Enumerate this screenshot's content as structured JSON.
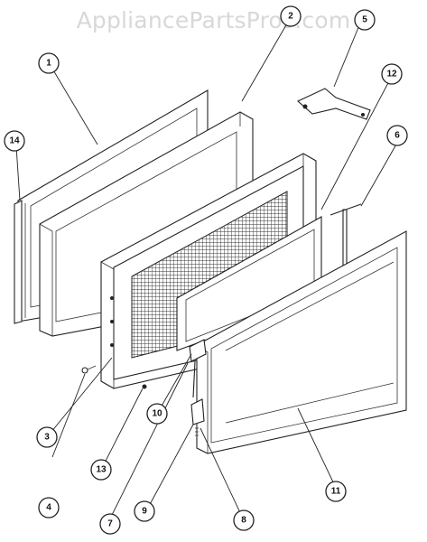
{
  "watermark": "AppliancePartsPros.com",
  "callouts": [
    {
      "id": "c1",
      "label": "1"
    },
    {
      "id": "c2",
      "label": "2"
    },
    {
      "id": "c3",
      "label": "3"
    },
    {
      "id": "c4",
      "label": "4"
    },
    {
      "id": "c5",
      "label": "5"
    },
    {
      "id": "c6",
      "label": "6"
    },
    {
      "id": "c7",
      "label": "7"
    },
    {
      "id": "c8",
      "label": "8"
    },
    {
      "id": "c9",
      "label": "9"
    },
    {
      "id": "c10",
      "label": "10"
    },
    {
      "id": "c11",
      "label": "11"
    },
    {
      "id": "c12",
      "label": "12"
    },
    {
      "id": "c13",
      "label": "13"
    },
    {
      "id": "c14",
      "label": "14"
    }
  ]
}
